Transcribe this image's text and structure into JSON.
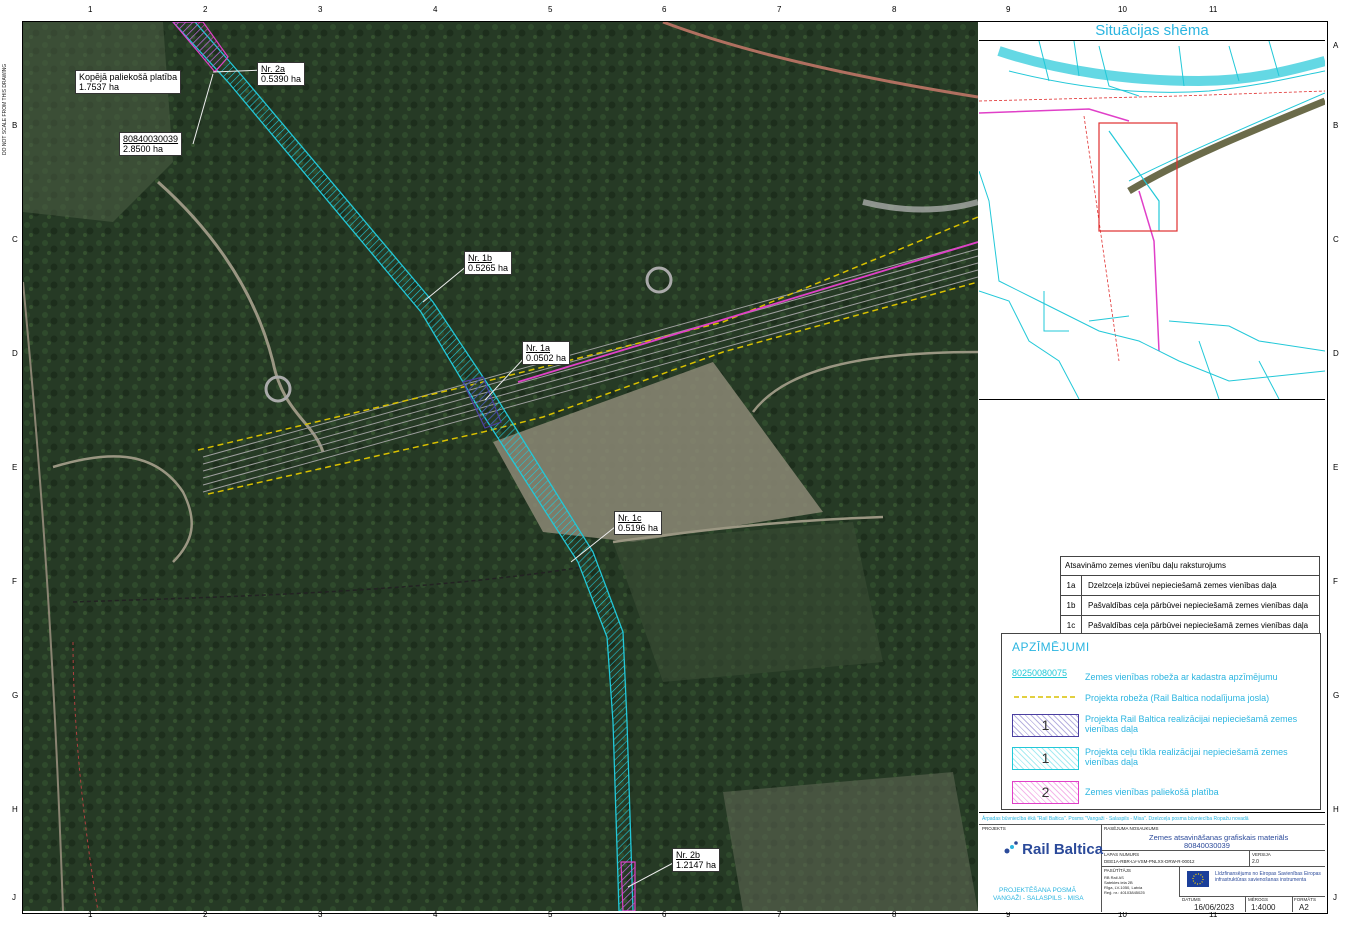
{
  "ruler": {
    "columns": [
      "1",
      "2",
      "3",
      "4",
      "5",
      "6",
      "7",
      "8",
      "9",
      "10",
      "11"
    ],
    "rows": [
      "A",
      "B",
      "C",
      "D",
      "E",
      "F",
      "G",
      "H",
      "J"
    ],
    "side_note": "DO NOT SCALE FROM THIS DRAWING"
  },
  "callouts": {
    "total_label": "Kopējā paliekošā platība",
    "total_value": "1.7537 ha",
    "parcel_id": "80840030039",
    "parcel_value": "2.8500 ha",
    "nr2a": "Nr. 2a",
    "nr2a_value": "0.5390 ha",
    "nr1b": "Nr. 1b",
    "nr1b_value": "0.5265 ha",
    "nr1a": "Nr. 1a",
    "nr1a_value": "0.0502 ha",
    "nr1c": "Nr. 1c",
    "nr1c_value": "0.5196 ha",
    "nr2b": "Nr. 2b",
    "nr2b_value": "1.2147 ha"
  },
  "situation": {
    "title": "Situācijas shēma"
  },
  "description_table": {
    "header": "Atsavināmo zemes vienību daļu raksturojums",
    "rows": [
      {
        "code": "1a",
        "text": "Dzelzceļa izbūvei nepieciešamā zemes vienības daļa"
      },
      {
        "code": "1b",
        "text": "Pašvaldības ceļa pārbūvei nepieciešamā zemes vienības daļa"
      },
      {
        "code": "1c",
        "text": "Pašvaldības ceļa pārbūvei nepieciešamā zemes vienības daļa"
      }
    ]
  },
  "legend": {
    "title": "APZĪMĒJUMI",
    "items": [
      {
        "symbol": "80250080075",
        "text": "Zemes vienības robeža ar kadastra apzīmējumu"
      },
      {
        "symbol": "",
        "text": "Projekta robeža (Rail Baltica nodalījuma josla)"
      },
      {
        "symbol": "1",
        "text": "Projekta Rail Baltica realizācijai nepieciešamā zemes vienības daļa"
      },
      {
        "symbol": "1",
        "text": "Projekta ceļu tīkla realizācijai nepieciešamā zemes vienības daļa"
      },
      {
        "symbol": "2",
        "text": "Zemes vienības paliekošā platība"
      }
    ],
    "colors": {
      "purple": "#4b3fa0",
      "cyan": "#22c8d8",
      "magenta": "#e040c8",
      "yellow": "#d8c000"
    }
  },
  "title_block": {
    "project_line": "Ārpadas būvniecība ēkā \"Rail Baltica\". Posms \"Vangaži - Salaspils - Misa\". Dzelzceļa posma būvniecība Ropažu novadā",
    "project_label": "PROJEKTS",
    "logo_text": "Rail Baltica",
    "design_section": "PROJEKTĒŠANA POSMĀ",
    "section_name": "VANGAŽI - SALASPILS - MISA",
    "drawing_label": "RASĒJUMA NOSAUKUMS",
    "drawing_title": "Zemes atsavināšanas grafiskais materiāls",
    "drawing_id": "80840030039",
    "sheet_no_label": "LAPAS NUMURS",
    "sheet_no": "DEE1A-RBR-LV-VSM-PNLXX-DRW-R-00012",
    "version_label": "VERSIJA",
    "version": "2.0",
    "customer_label": "PASŪTĪTĀJS",
    "customer_lines": [
      "RB Rail AS",
      "Satekles iela 2B",
      "Rīga, LV-1050, Latvia",
      "Reģ. nr.: 40103845025"
    ],
    "eu_text": "Līdzfinansējums no Eiropas Savienības Eiropas infrastruktūras savienošanas instrumenta",
    "date_label": "DATUMS",
    "date": "16/06/2023",
    "scale_label": "MĒROGS",
    "scale": "1:4000",
    "format_label": "FORMĀTS",
    "format": "A2"
  }
}
